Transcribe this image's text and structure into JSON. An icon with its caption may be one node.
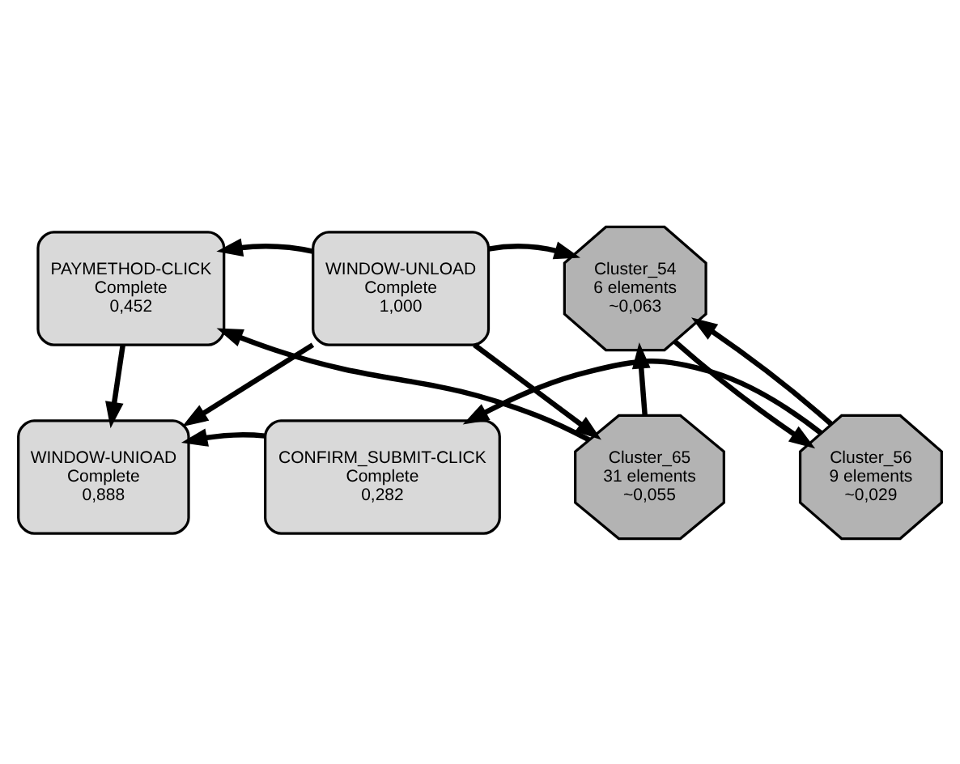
{
  "diagram": {
    "nodes": [
      {
        "text": [
          "PAYMETHOD-CLICK",
          "Complete",
          "0,452"
        ]
      },
      {
        "text": [
          "WINDOW-UNLOAD",
          "Complete",
          "1,000"
        ]
      },
      {
        "text": [
          "Cluster_54",
          "6 elements",
          "~0,063"
        ]
      },
      {
        "text": [
          "Cluster_65",
          "31 elements",
          "~0,055"
        ]
      },
      {
        "text": [
          "WINDOW-UNIOAD",
          "Complete",
          "0,888"
        ]
      },
      {
        "text": [
          "CONFIRM_SUBMIT-CLICK",
          "Complete",
          "0,282"
        ]
      },
      {
        "text": [
          "Cluster_56",
          "9 elements",
          "~0,029"
        ]
      }
    ],
    "edges": [
      {
        "from": 1,
        "to": 0,
        "arrow": "to"
      },
      {
        "from": 1,
        "to": 2,
        "arrow": "to"
      },
      {
        "from": 1,
        "to": 3,
        "arrow": "to"
      },
      {
        "from": 1,
        "to": 4,
        "arrow": "to"
      },
      {
        "from": 3,
        "to": 0,
        "arrow": "to"
      },
      {
        "from": 3,
        "to": 2,
        "arrow": "to"
      },
      {
        "from": 0,
        "to": 4,
        "arrow": "to"
      },
      {
        "from": 2,
        "to": 6,
        "arrow": "to"
      },
      {
        "from": 6,
        "to": 2,
        "arrow": "to"
      },
      {
        "from": 6,
        "to": 5,
        "arrow": "to"
      },
      {
        "from": 5,
        "to": 4,
        "arrow": "to"
      }
    ]
  }
}
